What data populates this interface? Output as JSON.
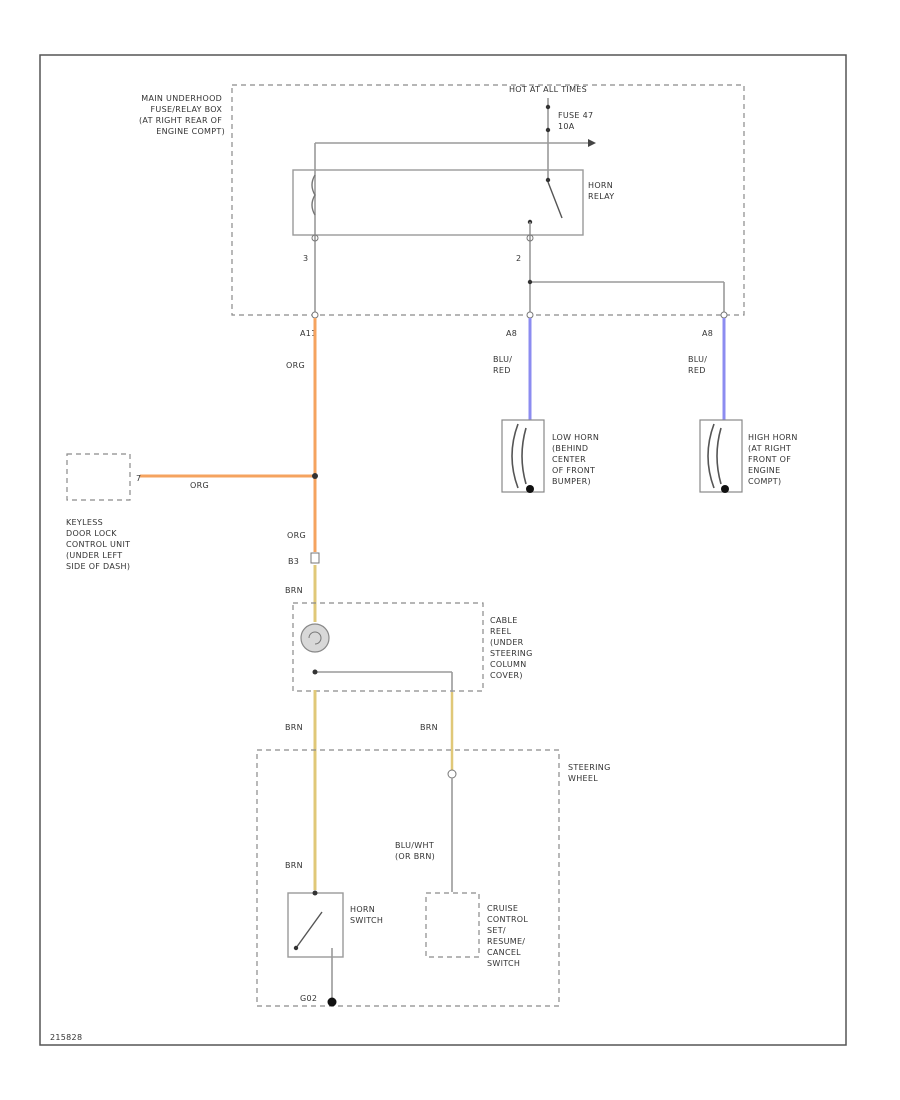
{
  "colors": {
    "wire_org": "#f5a35f",
    "wire_blu": "#8c8cf0",
    "wire_brn": "#e0c878",
    "wire_gray": "#9a9a9a",
    "border": "#555555"
  },
  "labels": {
    "fuse_box": [
      "MAIN UNDERHOOD",
      "FUSE/RELAY BOX",
      "(AT RIGHT REAR OF",
      "ENGINE COMPT)"
    ],
    "hot": "HOT AT ALL TIMES",
    "fuse": [
      "FUSE 47",
      "10A"
    ],
    "relay": [
      "HORN",
      "RELAY"
    ],
    "pin_left": "3",
    "pin_right": "2",
    "conn_a11": "A11",
    "conn_a8_low": "A8",
    "conn_a8_high": "A8",
    "org_1": "ORG",
    "org_2": "ORG",
    "org_3": "ORG",
    "blu_red_low": [
      "BLU/",
      "RED"
    ],
    "blu_red_high": [
      "BLU/",
      "RED"
    ],
    "low_horn": [
      "LOW HORN",
      "(BEHIND",
      "CENTER",
      "OF FRONT",
      "BUMPER)"
    ],
    "high_horn": [
      "HIGH HORN",
      "(AT RIGHT",
      "FRONT OF",
      "ENGINE",
      "COMPT)"
    ],
    "keyless": [
      "KEYLESS",
      "DOOR LOCK",
      "CONTROL UNIT",
      "(UNDER LEFT",
      "SIDE OF DASH)"
    ],
    "keyless_pin": "7",
    "conn_b": "B3",
    "brn_1": "BRN",
    "brn_2": "BRN",
    "brn_3": "BRN",
    "brn_4": "BRN",
    "cable_reel": [
      "CABLE",
      "REEL",
      "(UNDER",
      "STEERING",
      "COLUMN",
      "COVER)"
    ],
    "steering": [
      "STEERING",
      "WHEEL"
    ],
    "blu_wht": [
      "BLU/WHT",
      "(OR BRN)"
    ],
    "horn_switch": [
      "HORN",
      "SWITCH"
    ],
    "cruise": [
      "CRUISE",
      "CONTROL",
      "SET/",
      "RESUME/",
      "CANCEL",
      "SWITCH"
    ],
    "ground": "G02",
    "code": "215828"
  }
}
